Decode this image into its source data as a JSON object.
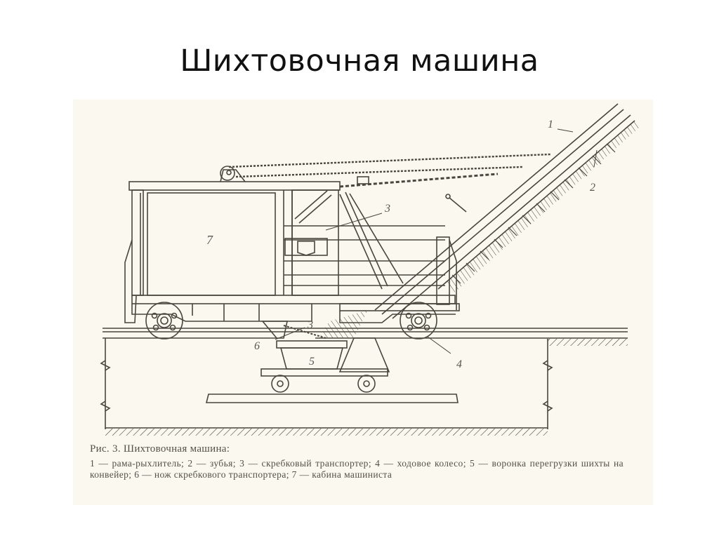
{
  "slide": {
    "title": "Шихтовочная машина"
  },
  "figure": {
    "caption_title": "Рис. 3. Шихтовочная машина:",
    "legend": [
      {
        "num": "1",
        "text": "рама-рыхлитель"
      },
      {
        "num": "2",
        "text": "зубья"
      },
      {
        "num": "3",
        "text": "скребковый транспортер"
      },
      {
        "num": "4",
        "text": "ходовое колесо"
      },
      {
        "num": "5",
        "text": "воронка перегрузки шихты на конвейер"
      },
      {
        "num": "6",
        "text": "нож скребкового транспортера"
      },
      {
        "num": "7",
        "text": "кабина машиниста"
      }
    ],
    "caption_legend_text": "1 — рама-рыхлитель; 2 — зубья; 3 — скребковый транспортер; 4 — ходовое колесо; 5 — воронка перегрузки шихты на конвейер; 6 — нож скребкового транспортера; 7 — кабина машиниста",
    "callouts": {
      "l1": "1",
      "l2": "2",
      "l3a": "3",
      "l3b": "3",
      "l4": "4",
      "l5": "5",
      "l6": "6",
      "l7": "7"
    },
    "colors": {
      "paper": "#fbf8ef",
      "ink": "#4a463f"
    }
  }
}
